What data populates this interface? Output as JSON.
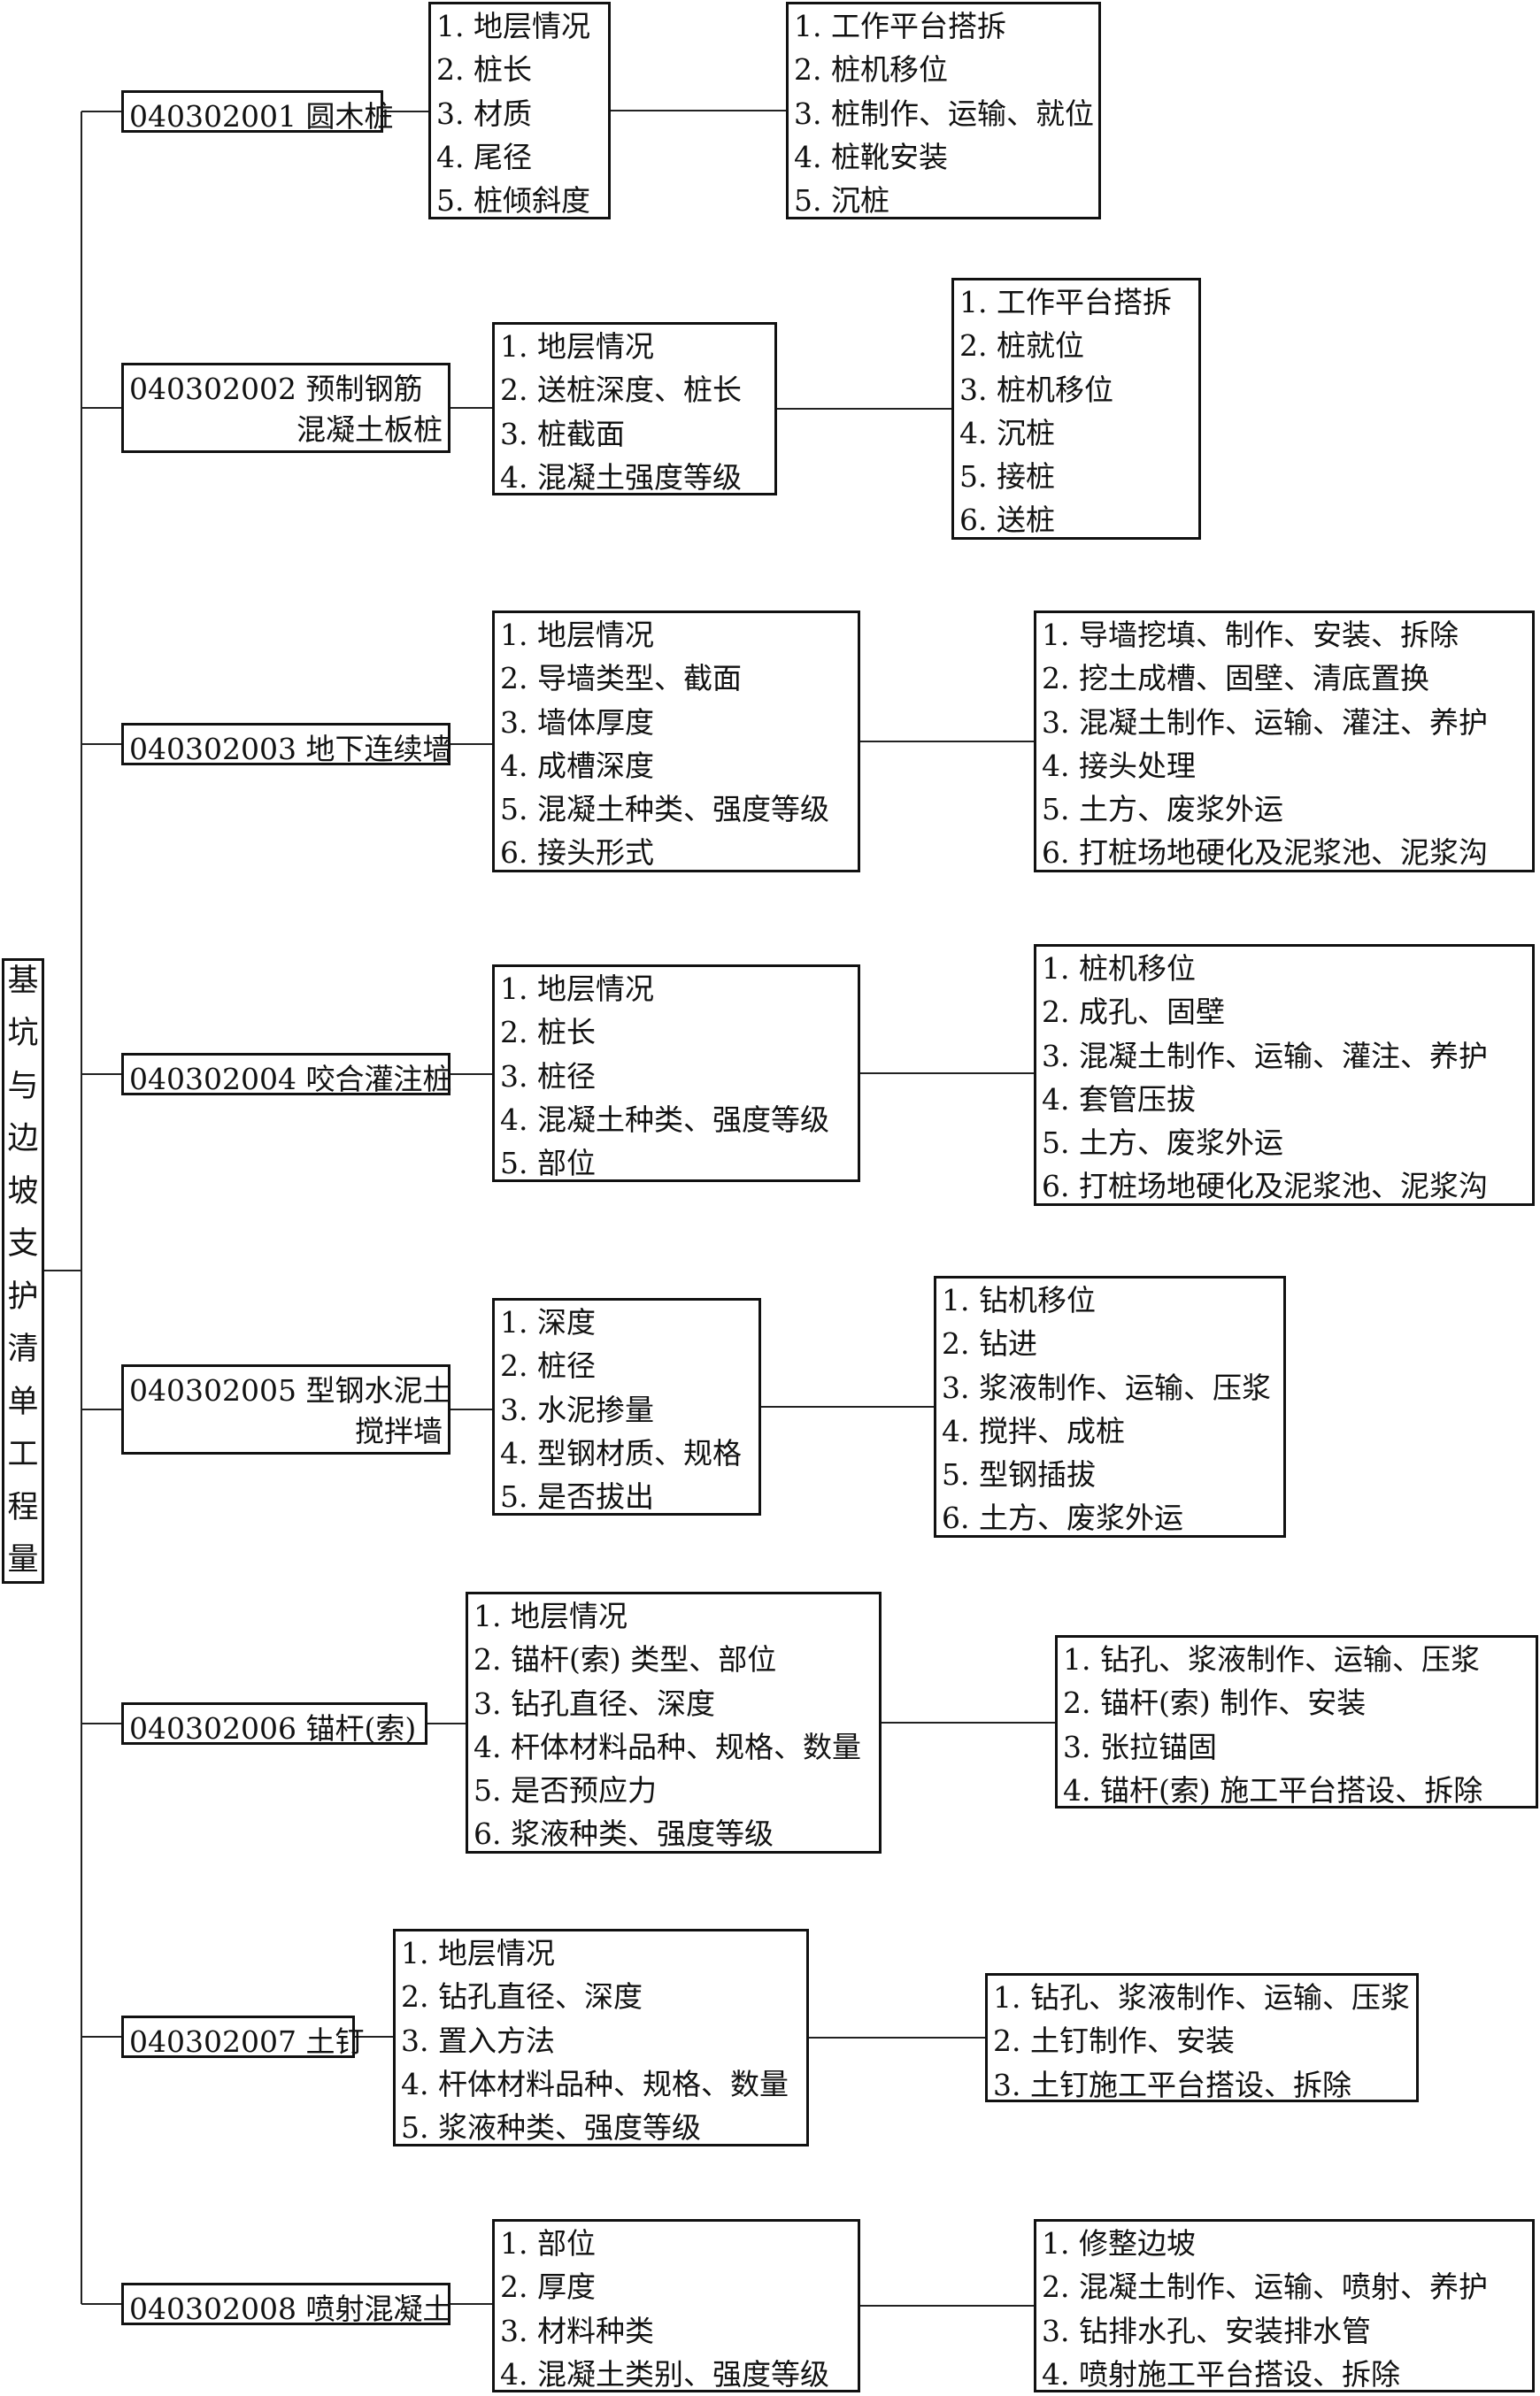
{
  "root": {
    "chars": [
      "基",
      "坑",
      "与",
      "边",
      "坡",
      "支",
      "护",
      "清",
      "单",
      "工",
      "程",
      "量"
    ]
  },
  "items": [
    {
      "code": "040302001",
      "name1": "圆木桩",
      "name2": "",
      "features": [
        "1. 地层情况",
        "2. 桩长",
        "3. 材质",
        "4. 尾径",
        "5. 桩倾斜度"
      ],
      "works": [
        "1. 工作平台搭拆",
        "2. 桩机移位",
        "3. 桩制作、运输、就位",
        "4. 桩靴安装",
        "5. 沉桩"
      ]
    },
    {
      "code": "040302002",
      "name1": "预制钢筋",
      "name2": "混凝土板桩",
      "features": [
        "1. 地层情况",
        "2. 送桩深度、桩长",
        "3. 桩截面",
        "4. 混凝土强度等级"
      ],
      "works": [
        "1. 工作平台搭拆",
        "2. 桩就位",
        "3. 桩机移位",
        "4. 沉桩",
        "5. 接桩",
        "6. 送桩"
      ]
    },
    {
      "code": "040302003",
      "name1": "地下连续墙",
      "name2": "",
      "features": [
        "1. 地层情况",
        "2. 导墙类型、截面",
        "3. 墙体厚度",
        "4. 成槽深度",
        "5. 混凝土种类、强度等级",
        "6. 接头形式"
      ],
      "works": [
        "1. 导墙挖填、制作、安装、拆除",
        "2. 挖土成槽、固壁、清底置换",
        "3. 混凝土制作、运输、灌注、养护",
        "4. 接头处理",
        "5. 土方、废浆外运",
        "6. 打桩场地硬化及泥浆池、泥浆沟"
      ]
    },
    {
      "code": "040302004",
      "name1": "咬合灌注桩",
      "name2": "",
      "features": [
        "1. 地层情况",
        "2. 桩长",
        "3. 桩径",
        "4. 混凝土种类、强度等级",
        "5. 部位"
      ],
      "works": [
        "1. 桩机移位",
        "2. 成孔、固壁",
        "3. 混凝土制作、运输、灌注、养护",
        "4. 套管压拔",
        "5. 土方、废浆外运",
        "6. 打桩场地硬化及泥浆池、泥浆沟"
      ]
    },
    {
      "code": "040302005",
      "name1": "型钢水泥土",
      "name2": "搅拌墙",
      "features": [
        "1. 深度",
        "2. 桩径",
        "3. 水泥掺量",
        "4. 型钢材质、规格",
        "5. 是否拔出"
      ],
      "works": [
        "1. 钻机移位",
        "2. 钻进",
        "3. 浆液制作、运输、压浆",
        "4. 搅拌、成桩",
        "5. 型钢插拔",
        "6. 土方、废浆外运"
      ]
    },
    {
      "code": "040302006",
      "name1": "锚杆(索)",
      "name2": "",
      "features": [
        "1. 地层情况",
        "2. 锚杆(索) 类型、部位",
        "3. 钻孔直径、深度",
        "4. 杆体材料品种、规格、数量",
        "5. 是否预应力",
        "6. 浆液种类、强度等级"
      ],
      "works": [
        "1. 钻孔、浆液制作、运输、压浆",
        "2. 锚杆(索) 制作、安装",
        "3. 张拉锚固",
        "4. 锚杆(索) 施工平台搭设、拆除"
      ]
    },
    {
      "code": "040302007",
      "name1": "土钉",
      "name2": "",
      "features": [
        "1. 地层情况",
        "2. 钻孔直径、深度",
        "3. 置入方法",
        "4. 杆体材料品种、规格、数量",
        "5. 浆液种类、强度等级"
      ],
      "works": [
        "1. 钻孔、浆液制作、运输、压浆",
        "2. 土钉制作、安装",
        "3. 土钉施工平台搭设、拆除"
      ]
    },
    {
      "code": "040302008",
      "name1": "喷射混凝土",
      "name2": "",
      "features": [
        "1. 部位",
        "2. 厚度",
        "3. 材料种类",
        "4. 混凝土类别、强度等级"
      ],
      "works": [
        "1. 修整边坡",
        "2. 混凝土制作、运输、喷射、养护",
        "3. 钻排水孔、安装排水管",
        "4. 喷射施工平台搭设、拆除"
      ]
    }
  ]
}
